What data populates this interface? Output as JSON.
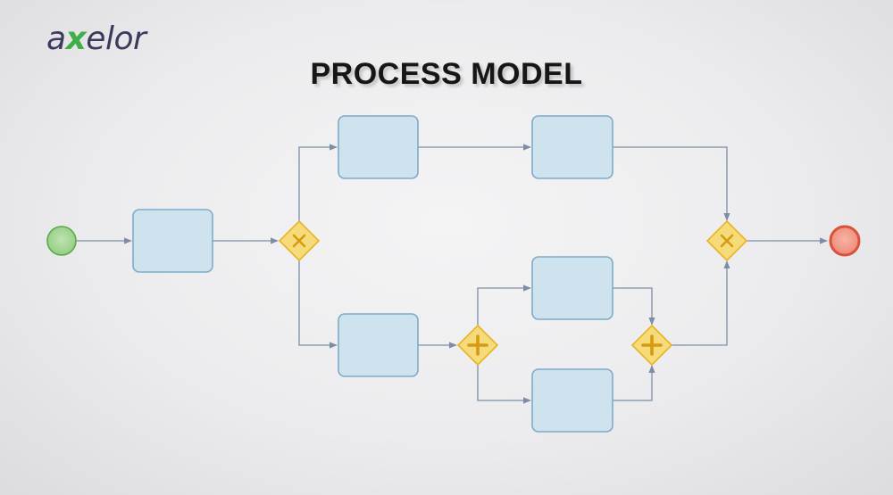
{
  "brand": {
    "logo_a": "a",
    "logo_x": "x",
    "logo_rest": "elor",
    "accent_green": "#3fae49",
    "logo_color": "#3a3b5c"
  },
  "page": {
    "title": "PROCESS MODEL"
  },
  "diagram": {
    "start_event": {
      "color": "#7cc06a"
    },
    "end_event": {
      "color": "#e96a52"
    },
    "task_fill": "#cfe3ee",
    "gateway_fill": "#f6db7a",
    "gateways": [
      {
        "type": "exclusive",
        "icon": "x-icon"
      },
      {
        "type": "exclusive",
        "icon": "x-icon"
      },
      {
        "type": "parallel",
        "icon": "plus-icon"
      },
      {
        "type": "parallel",
        "icon": "plus-icon"
      }
    ]
  }
}
